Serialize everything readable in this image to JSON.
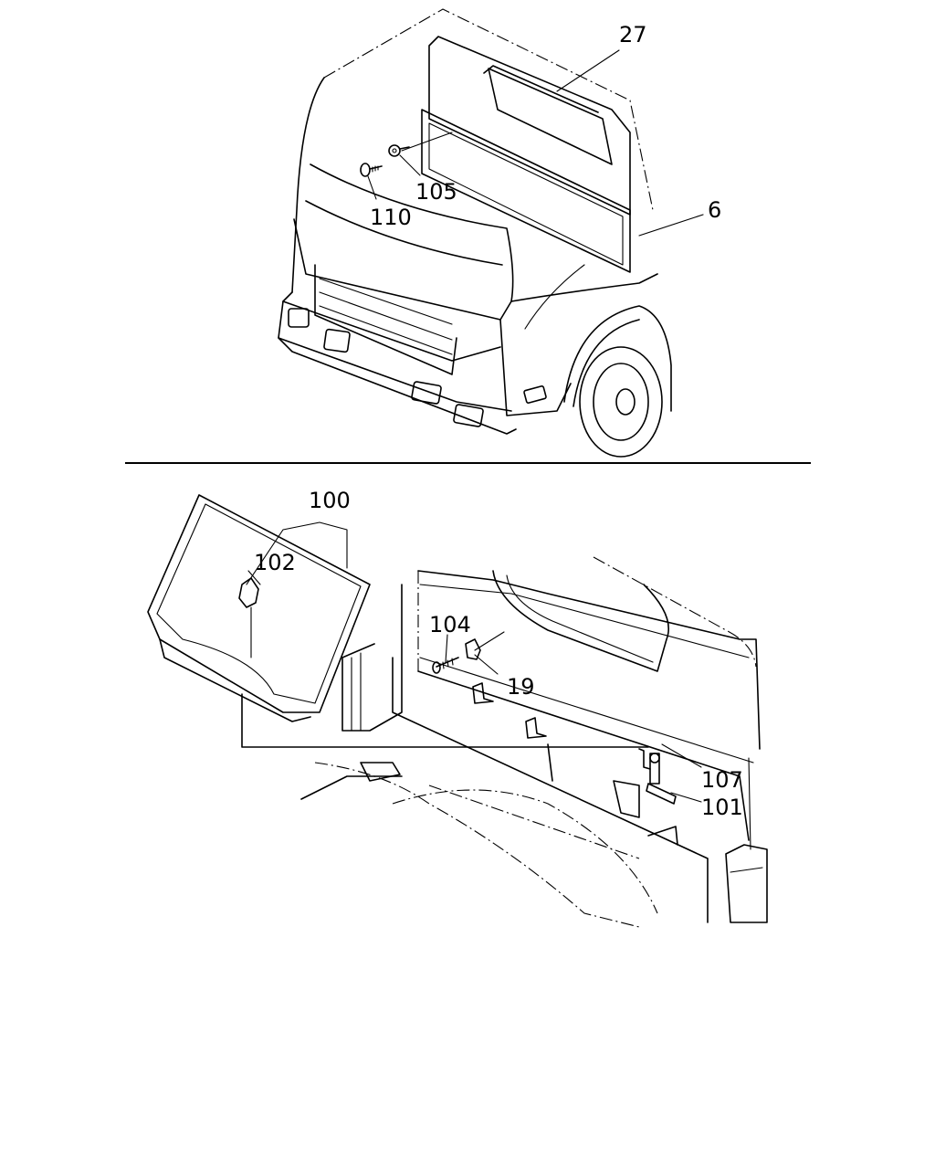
{
  "callouts": {
    "c27": "27",
    "c6": "6",
    "c105": "105",
    "c110": "110",
    "c100": "100",
    "c102": "102",
    "c104": "104",
    "c19": "19",
    "c107": "107",
    "c101": "101"
  },
  "colors": {
    "line": "#000000",
    "background": "#ffffff"
  }
}
